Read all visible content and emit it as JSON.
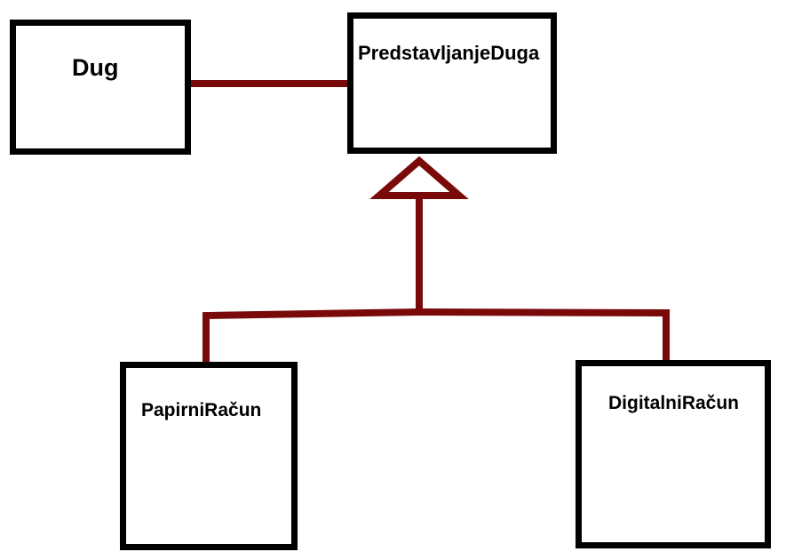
{
  "colors": {
    "connector": "#7a0a0a",
    "box_border": "#000000",
    "background": "#ffffff"
  },
  "classes": {
    "dug": "Dug",
    "predstavljanje_duga": "PredstavljanjeDuga",
    "papirni_racun": "PapirniRačun",
    "digitalni_racun": "DigitalniRačun"
  },
  "relations": [
    {
      "type": "association",
      "from": "Dug",
      "to": "PredstavljanjeDuga"
    },
    {
      "type": "generalization",
      "from": "PapirniRačun",
      "to": "PredstavljanjeDuga"
    },
    {
      "type": "generalization",
      "from": "DigitalniRačun",
      "to": "PredstavljanjeDuga"
    }
  ]
}
